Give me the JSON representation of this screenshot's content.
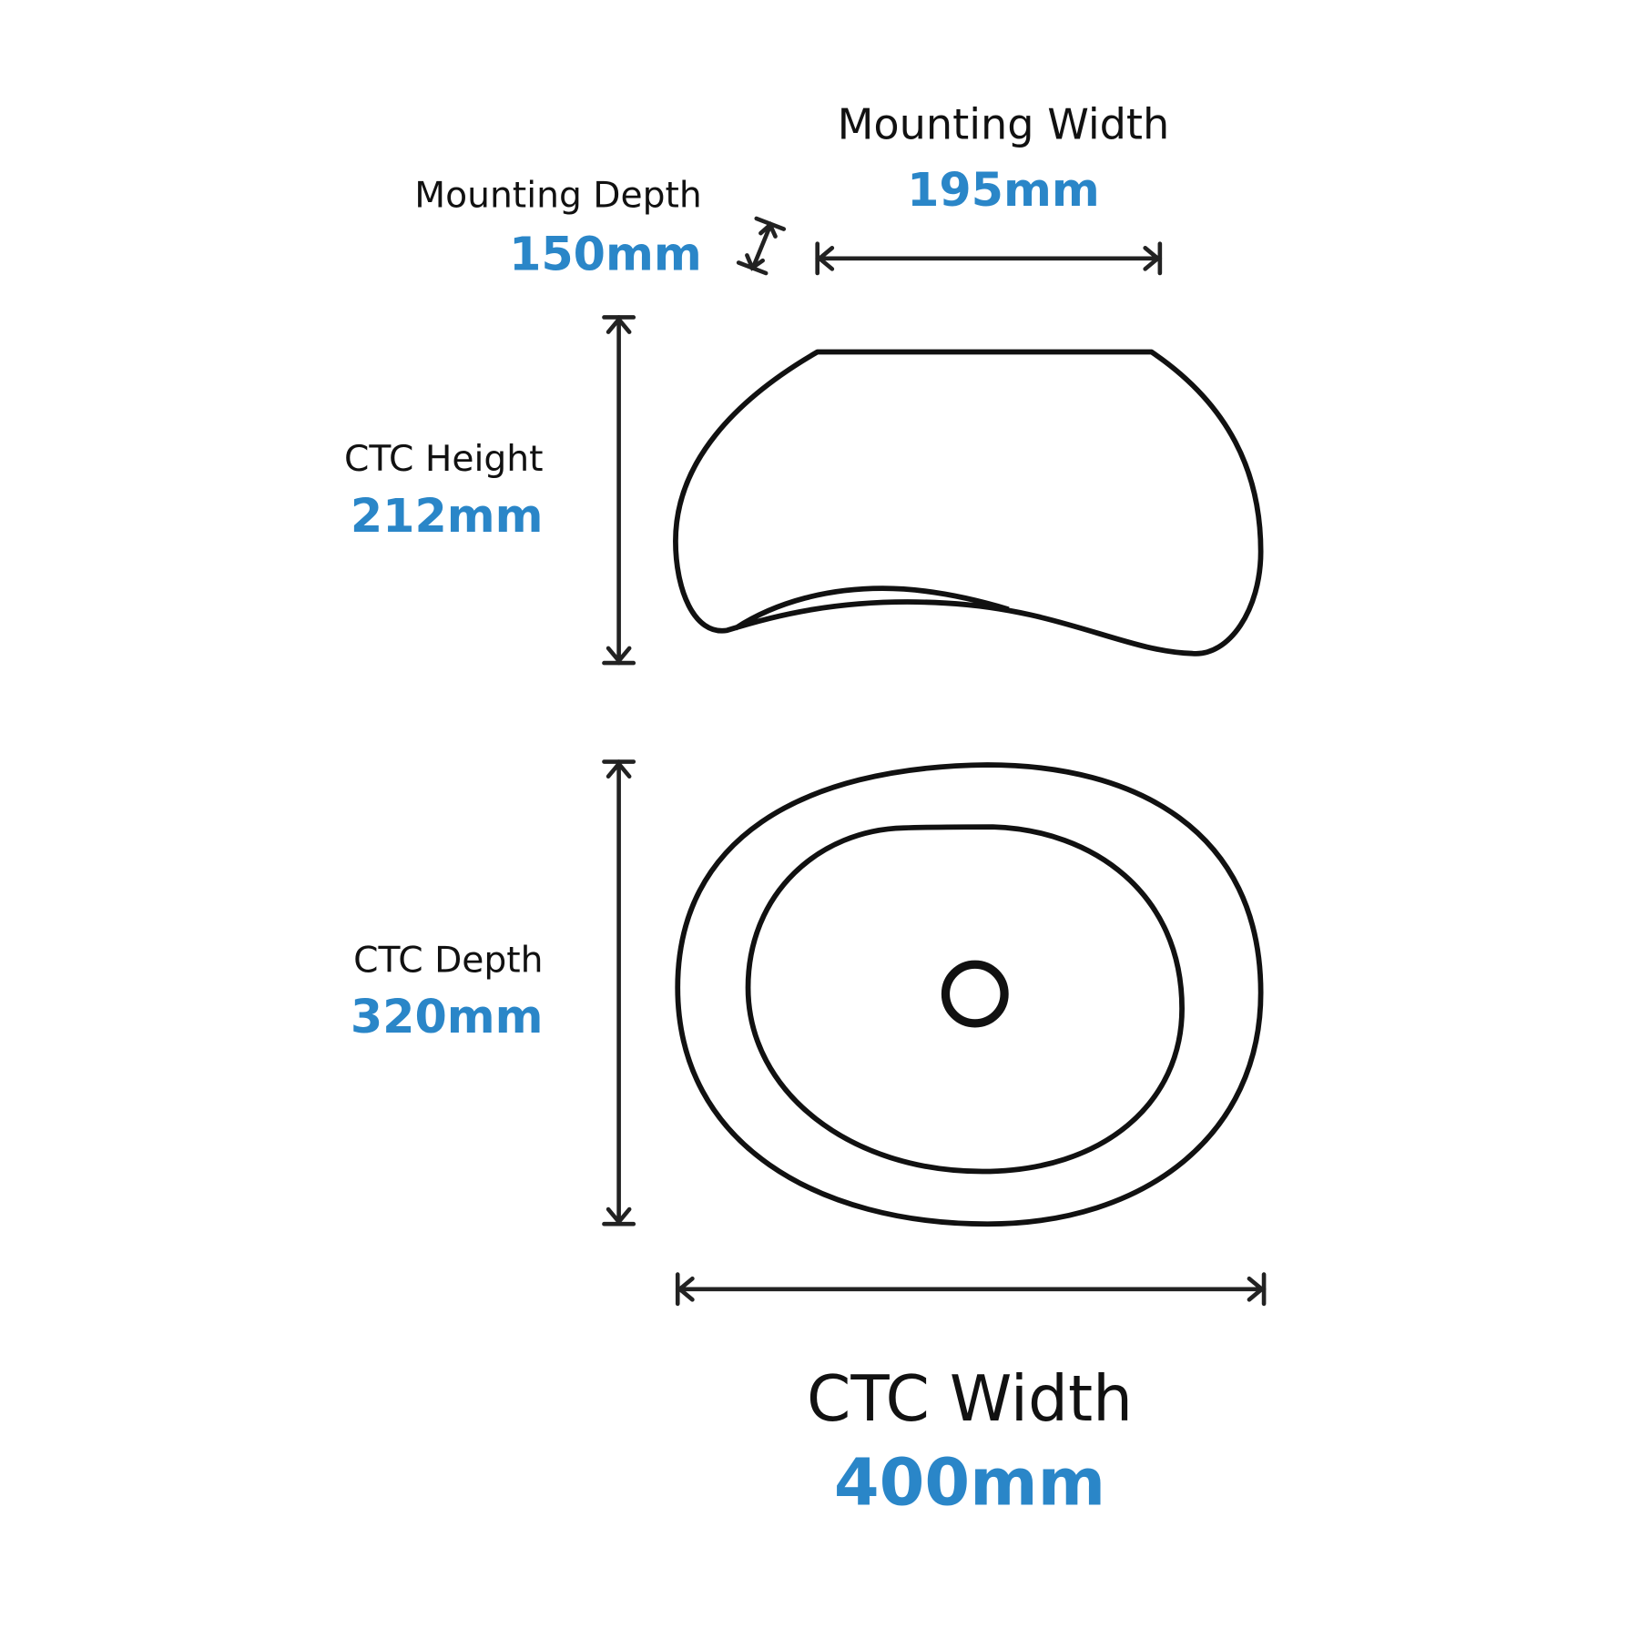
{
  "colors": {
    "value": "#2a86c8",
    "line": "#222222"
  },
  "mounting_width": {
    "label": "Mounting Width",
    "value": "195mm"
  },
  "mounting_depth": {
    "label": "Mounting Depth",
    "value": "150mm"
  },
  "ctc_height": {
    "label": "CTC Height",
    "value": "212mm"
  },
  "ctc_depth": {
    "label": "CTC Depth",
    "value": "320mm"
  },
  "ctc_width": {
    "label": "CTC Width",
    "value": "400mm"
  }
}
